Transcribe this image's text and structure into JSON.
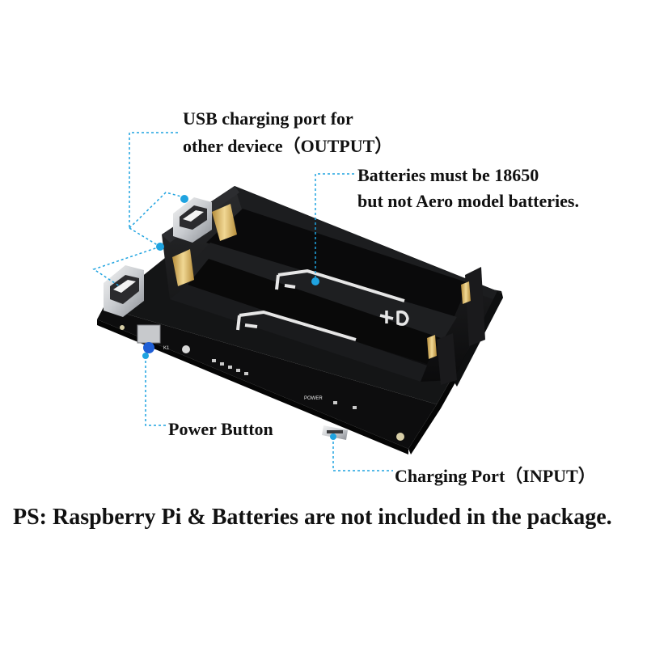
{
  "callouts": {
    "usb_output_line1": "USB charging port for",
    "usb_output_line2": "other deviece（OUTPUT）",
    "battery_line1": "Batteries must be 18650",
    "battery_line2": "but not Aero model batteries.",
    "power_button": "Power Button",
    "charging_port": "Charging Port（INPUT）"
  },
  "footer_note": "PS: Raspberry Pi & Batteries are not included in the package.",
  "board_silkscreen": {
    "power_label": "POWER",
    "switch_label": "K1"
  },
  "colors": {
    "callout_line": "#1fa3e0",
    "pcb": "#111213",
    "button_cap": "#1f5fd6",
    "contact_gold": "#d9b86a"
  }
}
